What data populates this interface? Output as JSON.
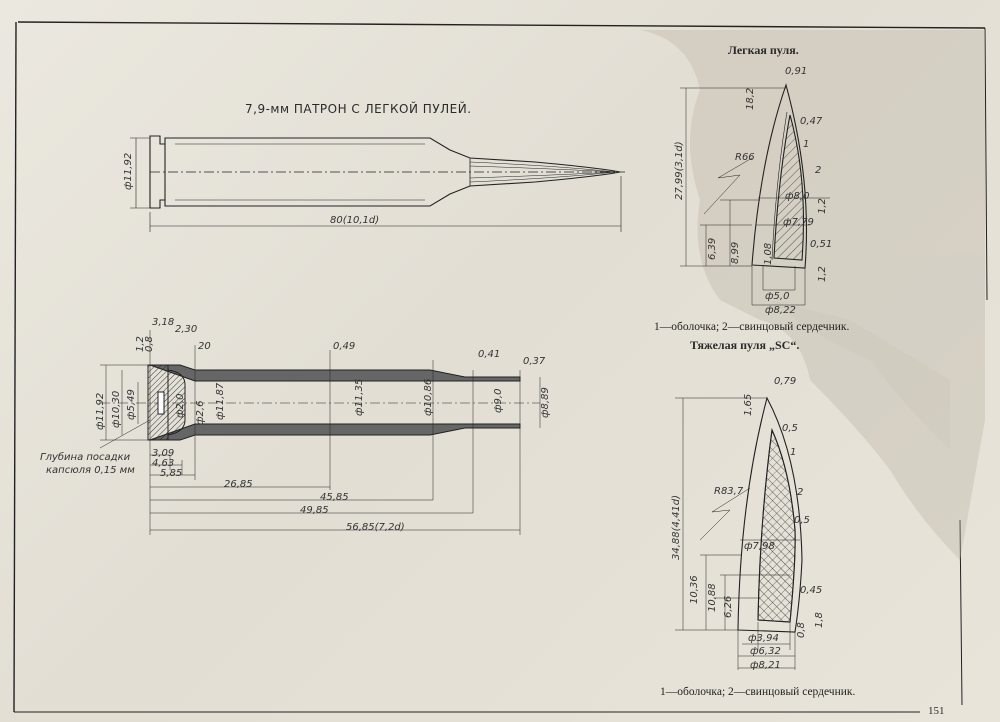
{
  "cartridge_title": "7,9-мм ПАТРОН С ЛЕГКОЙ ПУЛЕЙ.",
  "light_bullet_title": "Легкая пуля.",
  "heavy_bullet_title": "Тяжелая пуля „SC“.",
  "light_caption": "1—оболочка; 2—свинцовый сердечник.",
  "heavy_caption": "1—оболочка; 2—свинцовый сердечник.",
  "page_number": "151",
  "primer_note": [
    "Глубина посадки",
    "капсюля 0,15 мм"
  ],
  "cartridge_dims": {
    "diameter": "ф11,92",
    "length": "80(10,1d)"
  },
  "case_dims": {
    "top_318": "3,18",
    "top_230": "2,30",
    "top_12": "1,2",
    "top_08": "0,8",
    "angle_20": "20",
    "wall_049": "0,49",
    "shoulder_041": "0,41",
    "neck_037": "0,37",
    "d1192": "ф11,92",
    "d1030": "ф10,30",
    "d549": "ф5,49",
    "d20": "ф2,0",
    "d26": "ф2,6",
    "d1187": "ф11,87",
    "d1135": "ф11,35",
    "d1086": "ф10,86",
    "d90": "ф9,0",
    "d889": "ф8,89",
    "l309": "3,09",
    "l463": "4,63",
    "l585": "5,85",
    "l2685": "26,85",
    "l4585": "45,85",
    "l4985": "49,85",
    "l5685": "56,85(7,2d)"
  },
  "light_bullet_dims": {
    "tip": "0,91",
    "nose": "18,2",
    "length": "27,99(3,1d)",
    "radius": "R66",
    "jacket": "0,47",
    "d8": "ф8,0",
    "d779": "ф7,79",
    "base_h": "1,2",
    "jacket2": "0,51",
    "l639": "6,39",
    "l899": "8,99",
    "l108": "1,08",
    "d50": "ф5,0",
    "d822": "ф8,22",
    "side12": "1,2",
    "ref1": "1",
    "ref2": "2"
  },
  "heavy_bullet_dims": {
    "tip": "0,79",
    "nose": "1,65",
    "length": "34,88(4,41d)",
    "radius": "R83,7",
    "j05a": "0,5",
    "j05b": "0,5",
    "j045": "0,45",
    "d798": "ф7,98",
    "l1036": "10,36",
    "l1088": "10,88",
    "l626": "6,26",
    "d394": "ф3,94",
    "d632": "ф6,32",
    "d821": "ф8,21",
    "base": "0,8",
    "base2": "1,8",
    "ref1": "1",
    "ref2": "2"
  }
}
